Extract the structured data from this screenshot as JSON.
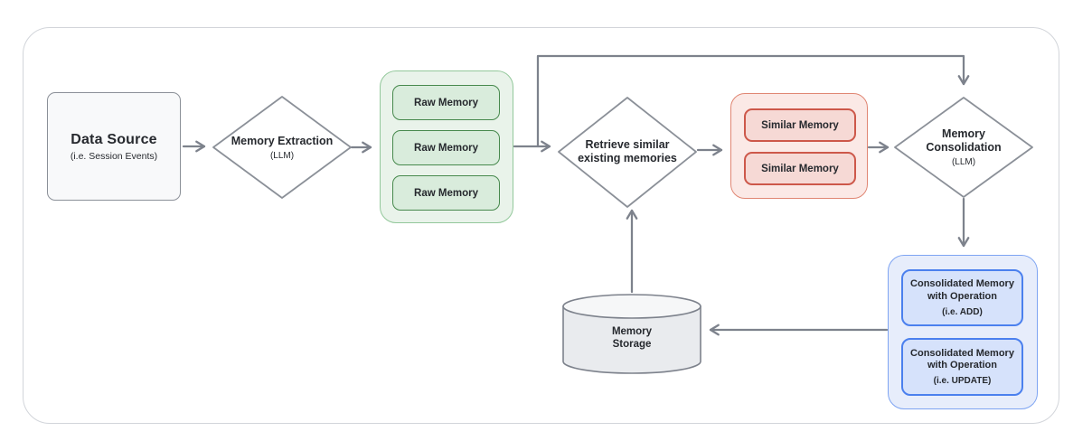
{
  "diagram": {
    "nodes": {
      "data_source": {
        "title": "Data Source",
        "subtitle": "(i.e. Session Events)"
      },
      "memory_extraction": {
        "title": "Memory Extraction",
        "subtitle": "(LLM)"
      },
      "raw_memory_group": {
        "items": [
          "Raw Memory",
          "Raw Memory",
          "Raw Memory"
        ]
      },
      "retrieve_memories": {
        "title": "Retrieve similar existing memories"
      },
      "similar_memory_group": {
        "items": [
          "Similar Memory",
          "Similar Memory"
        ]
      },
      "memory_consolidation": {
        "title": "Memory Consolidation",
        "subtitle": "(LLM)"
      },
      "consolidated_memory_group": {
        "items": [
          {
            "title": "Consolidated Memory with Operation",
            "subtitle": "(i.e. ADD)"
          },
          {
            "title": "Consolidated Memory with Operation",
            "subtitle": "(i.e. UPDATE)"
          }
        ]
      },
      "memory_storage": {
        "title": "Memory Storage"
      }
    },
    "colors": {
      "connector": "#7d828c",
      "shape_border": "#8b9098",
      "frame_border": "#d2d5da",
      "gray_box_fill": "#f8f9fa",
      "green_container_fill": "#e9f3ea",
      "green_container_border": "#93c89b",
      "green_box_fill": "#d9ecdc",
      "green_box_border": "#47894d",
      "red_container_fill": "#fbe9e6",
      "red_container_border": "#e08673",
      "red_box_fill": "#f6d9d5",
      "red_box_border": "#cd584a",
      "blue_container_fill": "#e7edfb",
      "blue_container_border": "#7ea4f2",
      "blue_box_fill": "#d6e2fb",
      "blue_box_border": "#4b80ee",
      "cylinder_fill": "#e9ebee",
      "text": "#26292e"
    }
  }
}
